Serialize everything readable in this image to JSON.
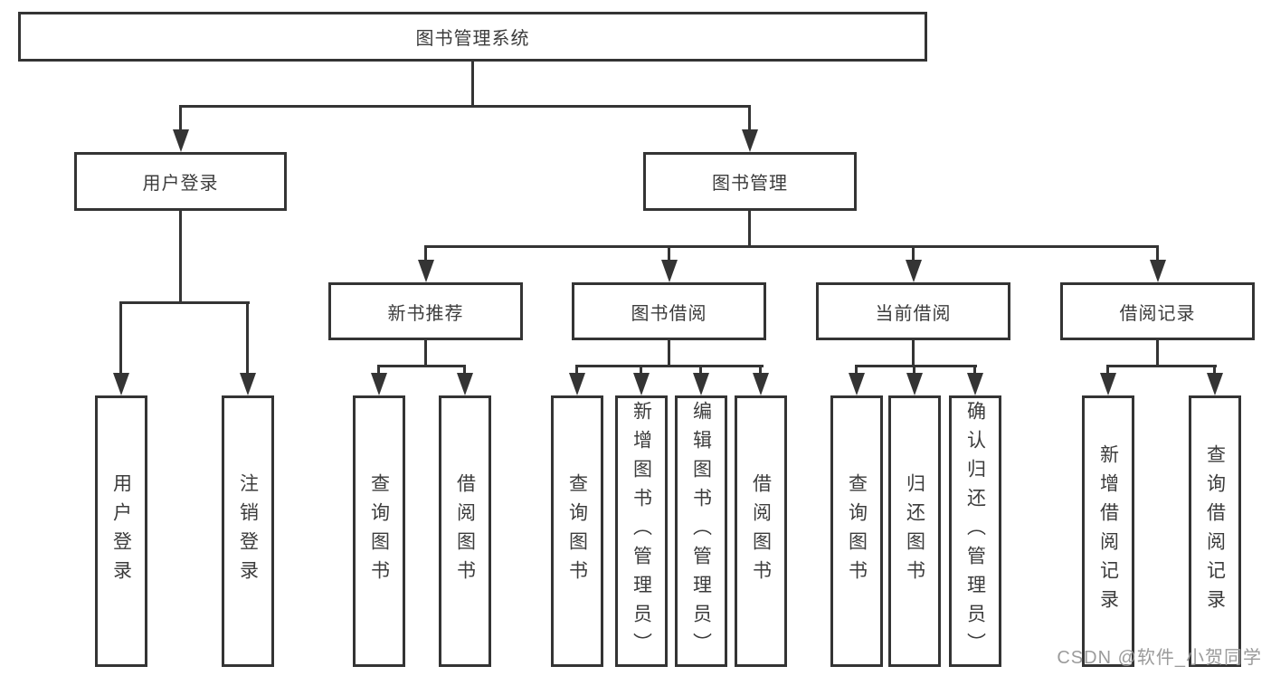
{
  "tree": {
    "root": {
      "label": "图书管理系统"
    },
    "branches": [
      {
        "label": "用户登录",
        "children": [
          {
            "label": "用户登录"
          },
          {
            "label": "注销登录"
          }
        ]
      },
      {
        "label": "图书管理",
        "children": [
          {
            "label": "新书推荐",
            "children": [
              {
                "label": "查询图书"
              },
              {
                "label": "借阅图书"
              }
            ]
          },
          {
            "label": "图书借阅",
            "children": [
              {
                "label": "查询图书"
              },
              {
                "label": "新增图书（管理员）"
              },
              {
                "label": "编辑图书（管理员）"
              },
              {
                "label": "借阅图书"
              }
            ]
          },
          {
            "label": "当前借阅",
            "children": [
              {
                "label": "查询图书"
              },
              {
                "label": "归还图书"
              },
              {
                "label": "确认归还（管理员）"
              }
            ]
          },
          {
            "label": "借阅记录",
            "children": [
              {
                "label": "新增借阅记录"
              },
              {
                "label": "查询借阅记录"
              }
            ]
          }
        ]
      }
    ]
  },
  "watermark": "CSDN @软件_小贺同学",
  "colors": {
    "line": "#343434",
    "text": "#3c3c3c",
    "watermark": "#9b9b9b",
    "background": "#ffffff"
  }
}
